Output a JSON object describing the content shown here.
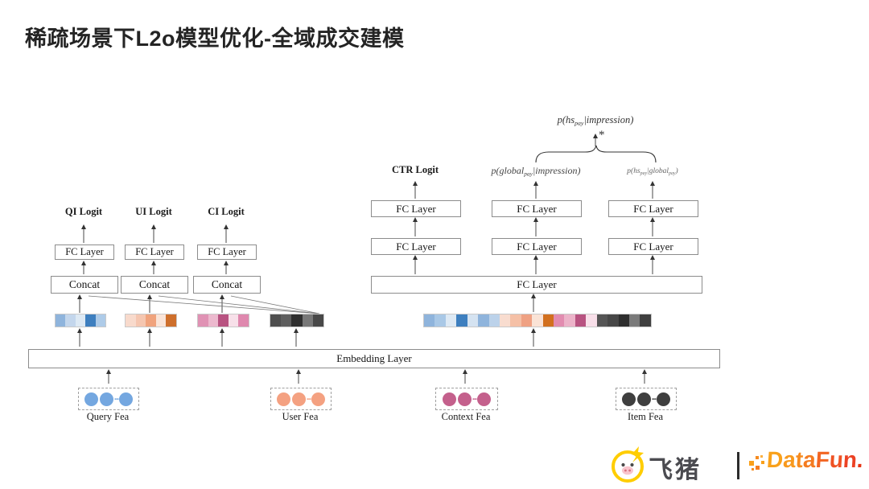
{
  "title": "稀疏场景下L2o模型优化-全域成交建模",
  "diagram": {
    "left_towers": [
      {
        "logit": "QI Logit",
        "fc": "FC Layer",
        "concat": "Concat"
      },
      {
        "logit": "UI Logit",
        "fc": "FC Layer",
        "concat": "Concat"
      },
      {
        "logit": "CI Logit",
        "fc": "FC Layer",
        "concat": "Concat"
      }
    ],
    "right_towers": [
      {
        "fc_top": "FC Layer",
        "fc_bottom": "FC Layer"
      },
      {
        "fc_top": "FC Layer",
        "fc_bottom": "FC Layer"
      },
      {
        "fc_top": "FC Layer",
        "fc_bottom": "FC Layer"
      }
    ],
    "labels": {
      "ctr": "CTR Logit",
      "global_pay": [
        {
          "t": "p(global"
        },
        {
          "t": "pay",
          "sub": true
        },
        {
          "t": "|impression)"
        }
      ],
      "hs_given_global": [
        {
          "t": "p(hs"
        },
        {
          "t": "pay",
          "sub": true
        },
        {
          "t": "|global"
        },
        {
          "t": "pay",
          "sub": true
        },
        {
          "t": ")"
        }
      ],
      "top_formula": [
        {
          "t": "p(hs"
        },
        {
          "t": "pay",
          "sub": true
        },
        {
          "t": "|impression)"
        }
      ],
      "asterisk": "*"
    },
    "shared_fc": "FC Layer",
    "embedding": "Embedding Layer",
    "strips": {
      "query": [
        "#8FB4DC",
        "#C3D6EC",
        "#DDE9F4",
        "#3E7FBF",
        "#AECBE8"
      ],
      "user": [
        "#F8DACC",
        "#F5C6B0",
        "#F0A37D",
        "#FAE4D8",
        "#CE6F2C"
      ],
      "context": [
        "#E092B4",
        "#ECB9CE",
        "#B85381",
        "#F7E0E9",
        "#DF88AE"
      ],
      "item": [
        "#4E4E4E",
        "#5E5E5E",
        "#303030",
        "#787878",
        "#484848"
      ],
      "shared": [
        "#8FB4DC",
        "#A9C8E6",
        "#DDE9F4",
        "#3E7FBF",
        "#D5E3F1",
        "#8FB4DC",
        "#BCD2EA",
        "#F8DCCF",
        "#F5C0A6",
        "#EFA183",
        "#FAE3D6",
        "#D2701F",
        "#E28CB0",
        "#ECB3C9",
        "#B85381",
        "#F8DFE9",
        "#555555",
        "#474747",
        "#2E2E2E",
        "#7A7A7A",
        "#3F3F3F"
      ]
    },
    "features": [
      {
        "label": "Query Fea",
        "color": "#74A7E0",
        "ellipsis": "..."
      },
      {
        "label": "User Fea",
        "color": "#F4A181",
        "ellipsis": "..."
      },
      {
        "label": "Context Fea",
        "color": "#C4608C",
        "ellipsis": "..."
      },
      {
        "label": "Item Fea",
        "color": "#3F3F3F",
        "ellipsis": "..."
      }
    ]
  },
  "footer": {
    "fliggy_text": "飞猪",
    "separator_color": "#2c2c2c",
    "fliggy_yellow": "#FFCD00",
    "datafun_letters": [
      {
        "ch": "D",
        "color": "#F9A11B"
      },
      {
        "ch": "a",
        "color": "#F8991D"
      },
      {
        "ch": "t",
        "color": "#F68B1F"
      },
      {
        "ch": "a",
        "color": "#F47B20"
      },
      {
        "ch": "F",
        "color": "#F26522"
      },
      {
        "ch": "u",
        "color": "#EF5223"
      },
      {
        "ch": "n",
        "color": "#EC4224"
      },
      {
        "ch": ".",
        "color": "#E63312"
      }
    ]
  }
}
